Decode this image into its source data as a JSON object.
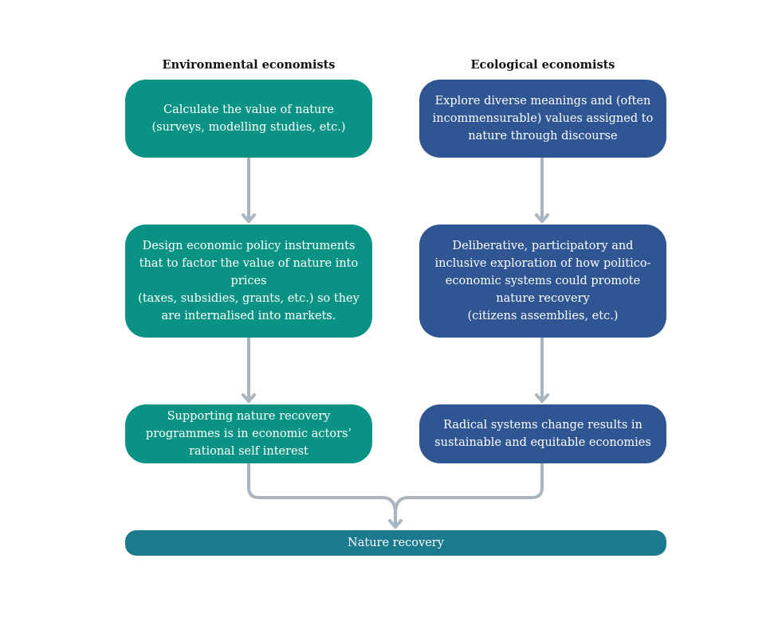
{
  "colors": {
    "environmental": "#0a9384",
    "ecological": "#2f5592",
    "outcome": "#1b7a8e",
    "arrow": "#a9b6bf"
  },
  "columns": [
    {
      "heading": "Environmental economists",
      "steps": [
        "Calculate the value of nature\n(surveys, modelling studies, etc.)",
        "Design economic policy instruments\nthat  to factor the value of nature into\nprices\n(taxes, subsidies, grants, etc.) so  they\nare internalised into markets.",
        "Supporting nature recovery\nprogrammes is in economic actors’\nrational self interest"
      ]
    },
    {
      "heading": "Ecological economists",
      "steps": [
        "Explore diverse meanings and (often\nincommensurable) values assigned to\nnature through discourse",
        "Deliberative, participatory and\ninclusive exploration of how politico-\neconomic systems could promote\nnature recovery\n(citizens assemblies, etc.)",
        "Radical systems change results in\nsustainable and equitable economies"
      ]
    }
  ],
  "outcome": "Nature recovery"
}
